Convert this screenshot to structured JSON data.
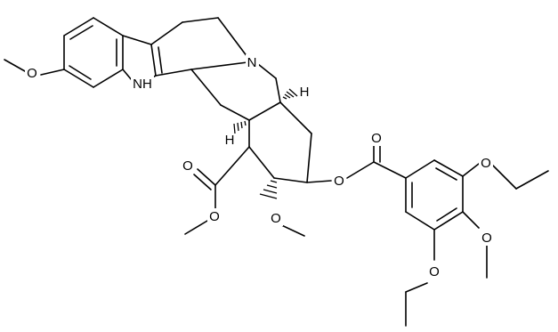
{
  "diagram": {
    "atom_labels": [
      {
        "id": "n-indole",
        "text": "NH"
      },
      {
        "id": "n-quinolizidine",
        "text": "N"
      },
      {
        "id": "h-c15",
        "text": "H"
      },
      {
        "id": "h-c20",
        "text": "H"
      },
      {
        "id": "o-aryl-methoxy",
        "text": "O"
      },
      {
        "id": "o-ester-carbonyl",
        "text": "O"
      },
      {
        "id": "o-ester-single",
        "text": "O"
      },
      {
        "id": "o-ring-methoxy",
        "text": "O"
      },
      {
        "id": "o-benzoate-single",
        "text": "O"
      },
      {
        "id": "o-benzoate-carbonyl",
        "text": "O"
      },
      {
        "id": "o-ethoxy-top",
        "text": "O"
      },
      {
        "id": "o-methoxy-para",
        "text": "O"
      },
      {
        "id": "o-ethoxy-bottom",
        "text": "O"
      }
    ]
  }
}
